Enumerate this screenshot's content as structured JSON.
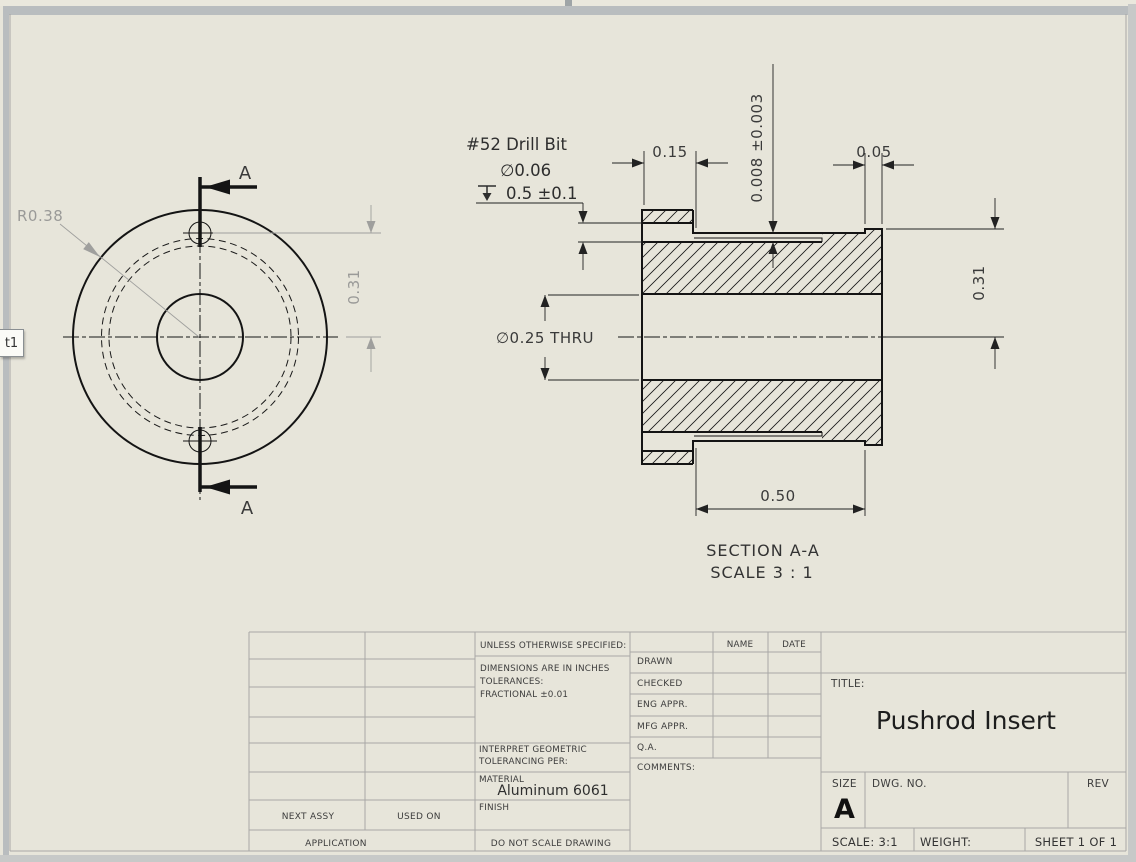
{
  "viewer": {
    "sheet_tab": "t1"
  },
  "front_view": {
    "radius_ref": "R0.38",
    "hole_offset": "0.31",
    "section_letter_top": "A",
    "section_letter_bottom": "A"
  },
  "section_view": {
    "drill_note": {
      "line1": "#52 Drill Bit",
      "line2": "∅0.06",
      "line3": "0.5 ±0.1"
    },
    "dims": {
      "flange_length": "0.15",
      "lip_thickness": "0.008 ±0.003",
      "right_lip": "0.05",
      "outer_radius": "0.31",
      "bore": "∅0.25 THRU",
      "body_length": "0.50"
    },
    "caption": {
      "title": "SECTION A-A",
      "scale": "SCALE 3 : 1"
    }
  },
  "title_block": {
    "unless": "UNLESS OTHERWISE SPECIFIED:",
    "dims_in": "DIMENSIONS ARE IN INCHES",
    "tolerances": "TOLERANCES:",
    "fractional": "FRACTIONAL ±0.01",
    "interpret1": "INTERPRET GEOMETRIC",
    "interpret2": "TOLERANCING PER:",
    "material_label": "MATERIAL",
    "material_value": "Aluminum 6061",
    "finish_label": "FINISH",
    "do_not_scale": "DO NOT SCALE DRAWING",
    "next_assy": "NEXT ASSY",
    "used_on": "USED ON",
    "application": "APPLICATION",
    "rows": {
      "drawn": "DRAWN",
      "checked": "CHECKED",
      "eng_appr": "ENG APPR.",
      "mfg_appr": "MFG APPR.",
      "qa": "Q.A.",
      "comments": "COMMENTS:"
    },
    "name_header": "NAME",
    "date_header": "DATE",
    "title_label": "TITLE:",
    "title_value": "Pushrod Insert",
    "size_label": "SIZE",
    "size_value": "A",
    "dwg_no_label": "DWG.  NO.",
    "rev_label": "REV",
    "scale_label": "SCALE: 3:1",
    "weight_label": "WEIGHT:",
    "sheet_label": "SHEET 1 OF 1"
  },
  "colors": {
    "sheet": "#e7e5da",
    "chrome_gray": "#b9bdbf",
    "line_black": "#141414",
    "table_gray": "#a8a8a6",
    "ref_dim_gray": "#9a9a98"
  }
}
